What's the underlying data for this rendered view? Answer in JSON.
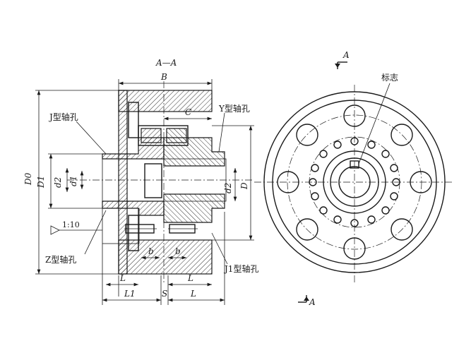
{
  "labels": {
    "section": "A—A",
    "B": "B",
    "C": "C",
    "j_bore": "J型轴孔",
    "y_bore": "Y型轴孔",
    "z_bore": "Z型轴孔",
    "j1_bore": "J1型轴孔",
    "taper": "1:10",
    "D0": "D0",
    "D1": "D1",
    "d2": "d2",
    "d1": "d1",
    "d2r": "d2",
    "D": "D",
    "b1": "b",
    "b2": "b",
    "L1": "L",
    "L2": "L",
    "L1b": "L1",
    "S": "S",
    "L3": "L",
    "mark": "标志",
    "A_top": "A",
    "A_bottom": "A"
  }
}
